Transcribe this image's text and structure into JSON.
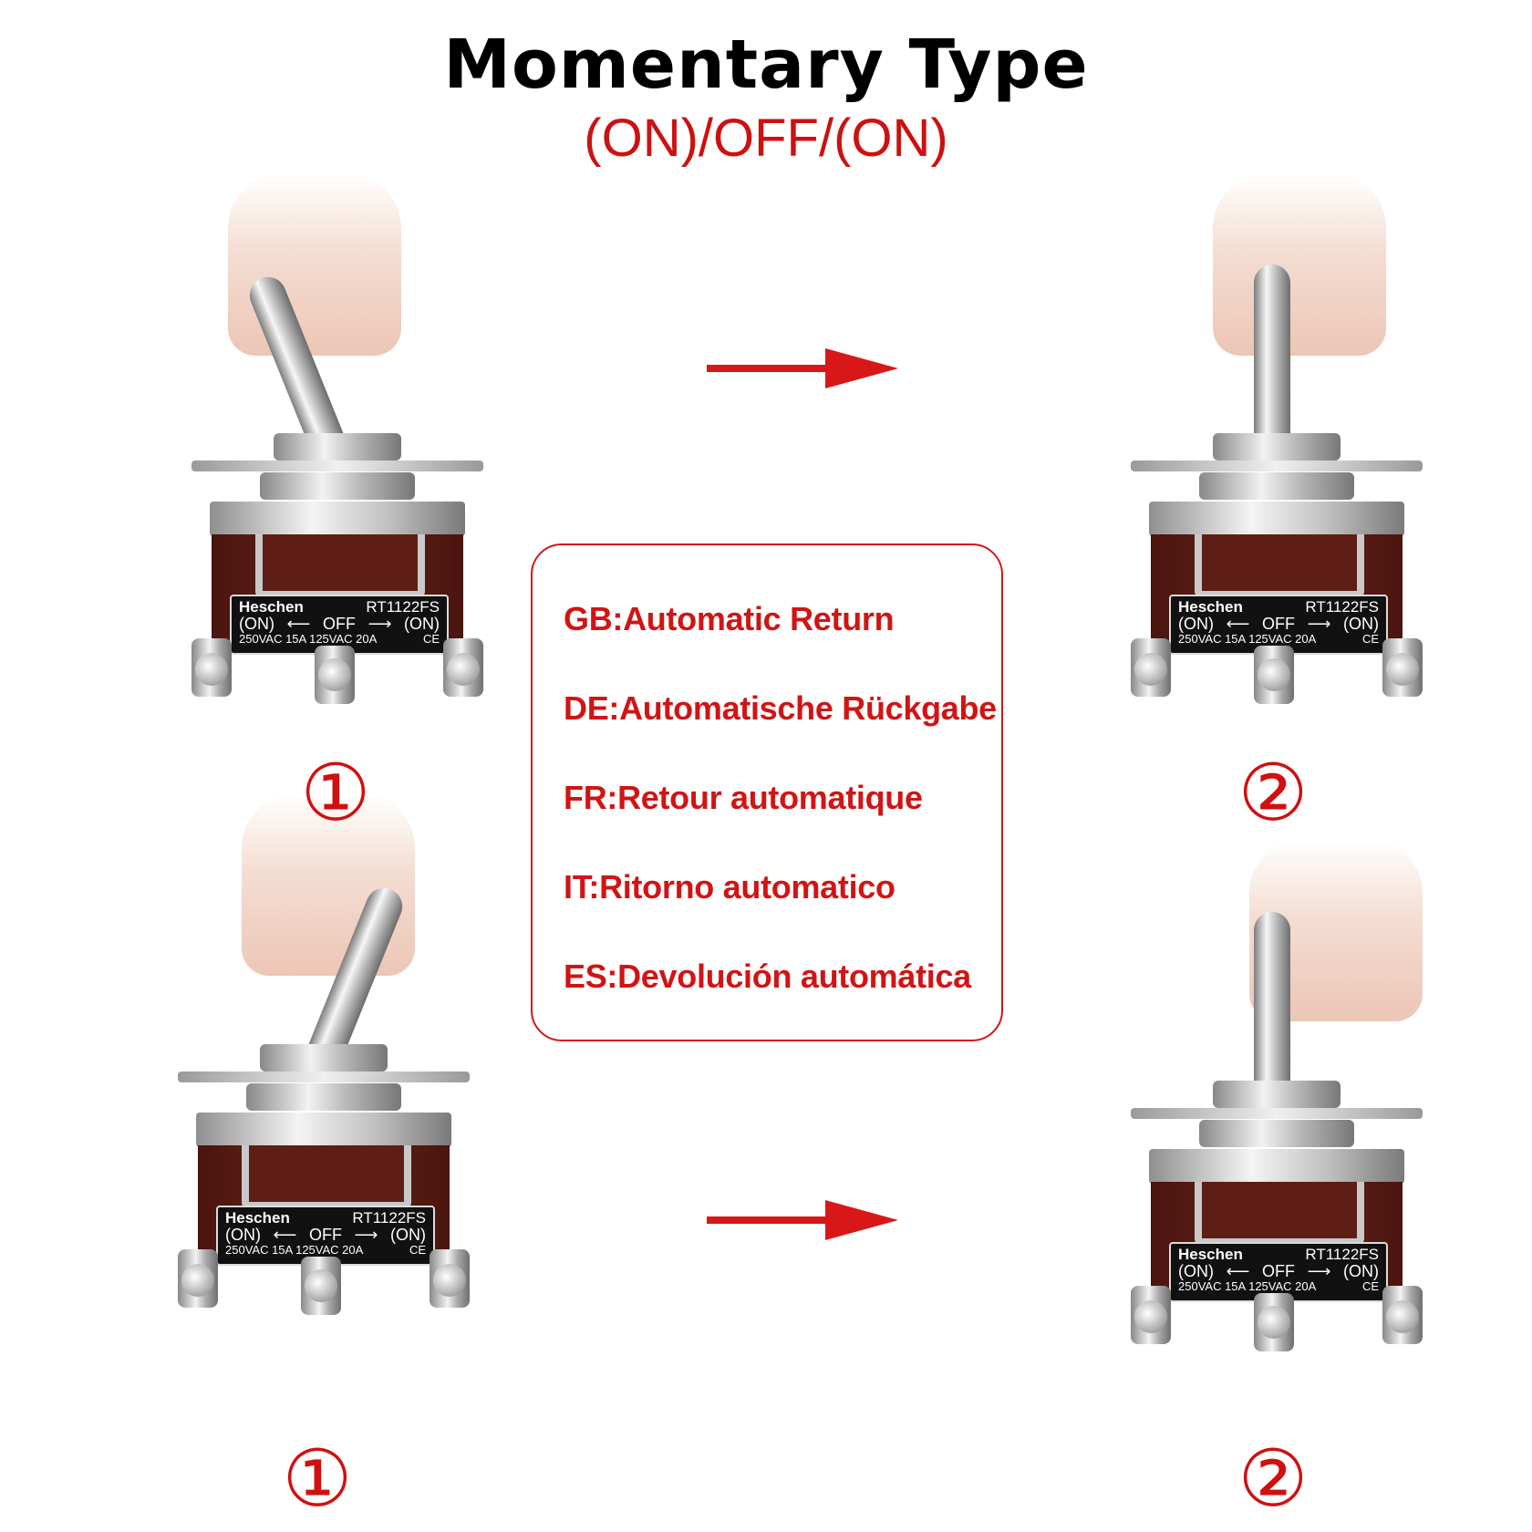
{
  "title": "Momentary Type",
  "subtitle": "(ON)/OFF/(ON)",
  "notes": [
    "GB:Automatic Return",
    "DE:Automatische Rückgabe",
    "FR:Retour automatique",
    "IT:Ritorno automatico",
    "ES:Devolución automática"
  ],
  "switch_label": {
    "brand": "Heschen",
    "model": "RT1122FS",
    "on_left": "(ON)",
    "off": "OFF",
    "on_right": "(ON)",
    "rating": "250VAC 15A 125VAC 20A",
    "mark": "CE"
  },
  "steps": [
    {
      "number": "①",
      "toggle": "tilted-left"
    },
    {
      "number": "②",
      "toggle": "upright"
    },
    {
      "number": "①",
      "toggle": "tilted-right"
    },
    {
      "number": "②",
      "toggle": "upright"
    }
  ],
  "colors": {
    "accent_red": "#d11414",
    "switch_body": "#5a1d15",
    "metal": "#c8c8c8"
  }
}
